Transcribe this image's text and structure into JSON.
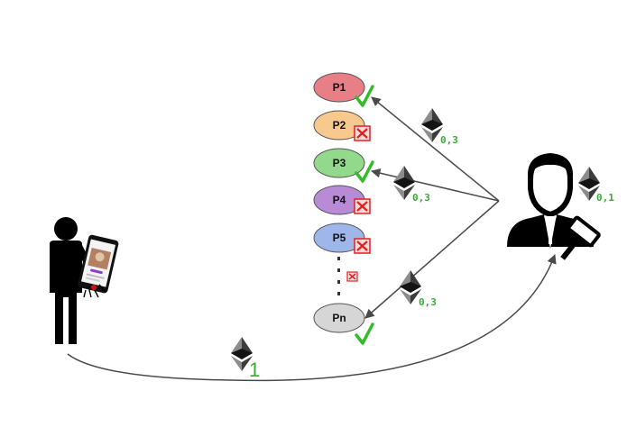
{
  "colors": {
    "accept": "#33bb2a",
    "reject": "#e02020",
    "amount_text": "#3aaa35",
    "arrow": "#4a4a4a",
    "figure": "#000000"
  },
  "participants": [
    {
      "label": "P1",
      "fill": "#e87f86",
      "status": "accepted"
    },
    {
      "label": "P2",
      "fill": "#f7c98f",
      "status": "rejected"
    },
    {
      "label": "P3",
      "fill": "#93d98b",
      "status": "accepted"
    },
    {
      "label": "P4",
      "fill": "#b98ad6",
      "status": "rejected"
    },
    {
      "label": "P5",
      "fill": "#9fb6ea",
      "status": "rejected"
    },
    {
      "label": "Pn",
      "fill": "#d6d6d6",
      "status": "accepted"
    }
  ],
  "payments": {
    "user_to_judge": "1",
    "judge_fee": "0,1",
    "to_p1": "0,3",
    "to_p3": "0,3",
    "to_pn": "0,3"
  },
  "icons": {
    "user": "person-with-phone-icon",
    "judge": "judge-with-gavel-icon",
    "coin": "ethereum-icon",
    "accept": "checkmark-icon",
    "reject": "red-x-box-icon"
  }
}
